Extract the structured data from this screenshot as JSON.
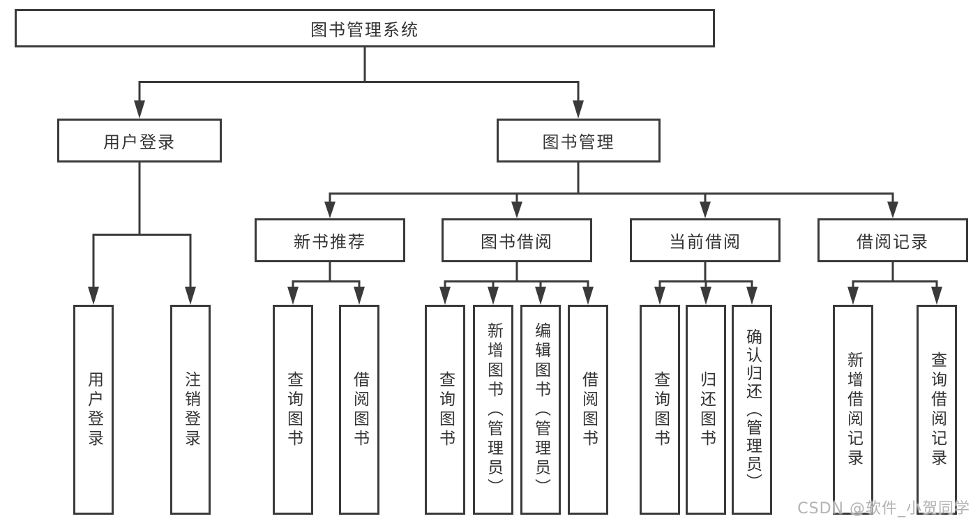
{
  "root": {
    "label": "图书管理系统"
  },
  "branches": [
    {
      "label": "用户登录",
      "children": [
        {
          "label": "用户登录"
        },
        {
          "label": "注销登录"
        }
      ]
    },
    {
      "label": "图书管理",
      "children": [
        {
          "label": "新书推荐",
          "children": [
            {
              "label": "查询图书"
            },
            {
              "label": "借阅图书"
            }
          ]
        },
        {
          "label": "图书借阅",
          "children": [
            {
              "label": "查询图书"
            },
            {
              "label": "新增图书（管理员）"
            },
            {
              "label": "编辑图书（管理员）"
            },
            {
              "label": "借阅图书"
            }
          ]
        },
        {
          "label": "当前借阅",
          "children": [
            {
              "label": "查询图书"
            },
            {
              "label": "归还图书"
            },
            {
              "label": "确认归还（管理员）"
            }
          ]
        },
        {
          "label": "借阅记录",
          "children": [
            {
              "label": "新增借阅记录"
            },
            {
              "label": "查询借阅记录"
            }
          ]
        }
      ]
    }
  ],
  "watermark": "CSDN @软件_小贺同学",
  "colors": {
    "line": "#3a3a3a",
    "text": "#333333",
    "watermark": "#b3b3b3",
    "background": "#ffffff"
  }
}
